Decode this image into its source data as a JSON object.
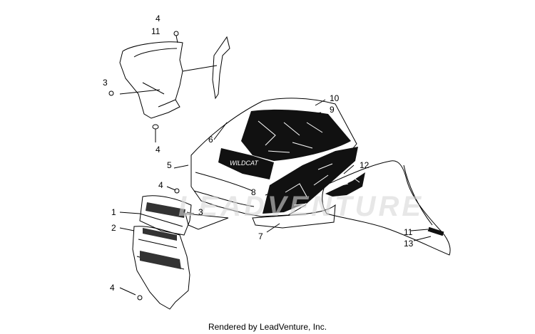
{
  "footer": "Rendered by LeadVenture, Inc.",
  "watermark": "LEADVENTURE",
  "callouts": {
    "c4a": "4",
    "c11a": "11",
    "c3a": "3",
    "c4b": "4",
    "c10": "10",
    "c9": "9",
    "c6": "6",
    "c5": "5",
    "c4c": "4",
    "c3b": "3",
    "c1": "1",
    "c2": "2",
    "c8": "8",
    "c12": "12",
    "c7": "7",
    "c11b": "11",
    "c13": "13",
    "c4d": "4"
  },
  "decal_text": "WILDCAT"
}
